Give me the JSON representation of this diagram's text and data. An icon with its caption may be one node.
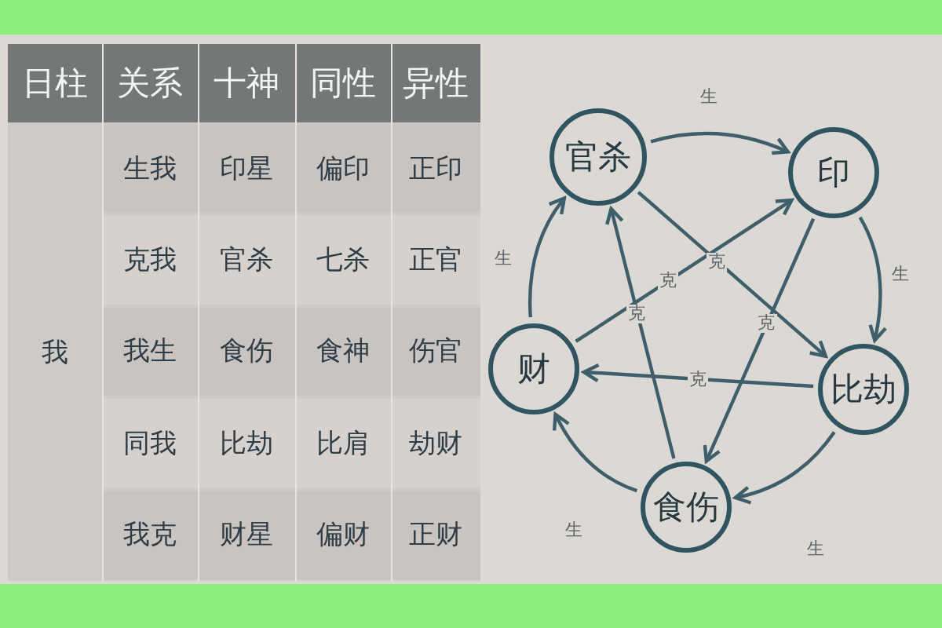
{
  "diagram": {
    "nodes": [
      {
        "text": [
          "官杀"
        ]
      },
      {
        "text": [
          "印"
        ]
      },
      {
        "text": [
          "比劫"
        ]
      },
      {
        "text": [
          "食伤"
        ]
      },
      {
        "text": [
          "财"
        ]
      }
    ],
    "edges": [
      {
        "from": 0,
        "to": 1,
        "arrow": "to",
        "label": "生"
      },
      {
        "from": 1,
        "to": 2,
        "arrow": "to",
        "label": "生"
      },
      {
        "from": 2,
        "to": 3,
        "arrow": "to",
        "label": "生"
      },
      {
        "from": 3,
        "to": 4,
        "arrow": "to",
        "label": "生"
      },
      {
        "from": 4,
        "to": 0,
        "arrow": "to",
        "label": "生"
      },
      {
        "from": 0,
        "to": 2,
        "arrow": "to",
        "label": "克"
      },
      {
        "from": 1,
        "to": 3,
        "arrow": "to",
        "label": "克"
      },
      {
        "from": 2,
        "to": 4,
        "arrow": "to",
        "label": "克"
      },
      {
        "from": 3,
        "to": 0,
        "arrow": "to",
        "label": "克"
      },
      {
        "from": 4,
        "to": 1,
        "arrow": "to",
        "label": "克"
      }
    ],
    "labels": [
      "日柱",
      "关系",
      "十神",
      "同性",
      "异性",
      "生我",
      "印星",
      "偏印",
      "正印",
      "克我",
      "官杀",
      "七杀",
      "正官",
      "我",
      "我生",
      "食伤",
      "食神",
      "伤官",
      "同我",
      "比劫",
      "比肩",
      "劫财",
      "我克",
      "财星",
      "偏财",
      "正财"
    ]
  }
}
